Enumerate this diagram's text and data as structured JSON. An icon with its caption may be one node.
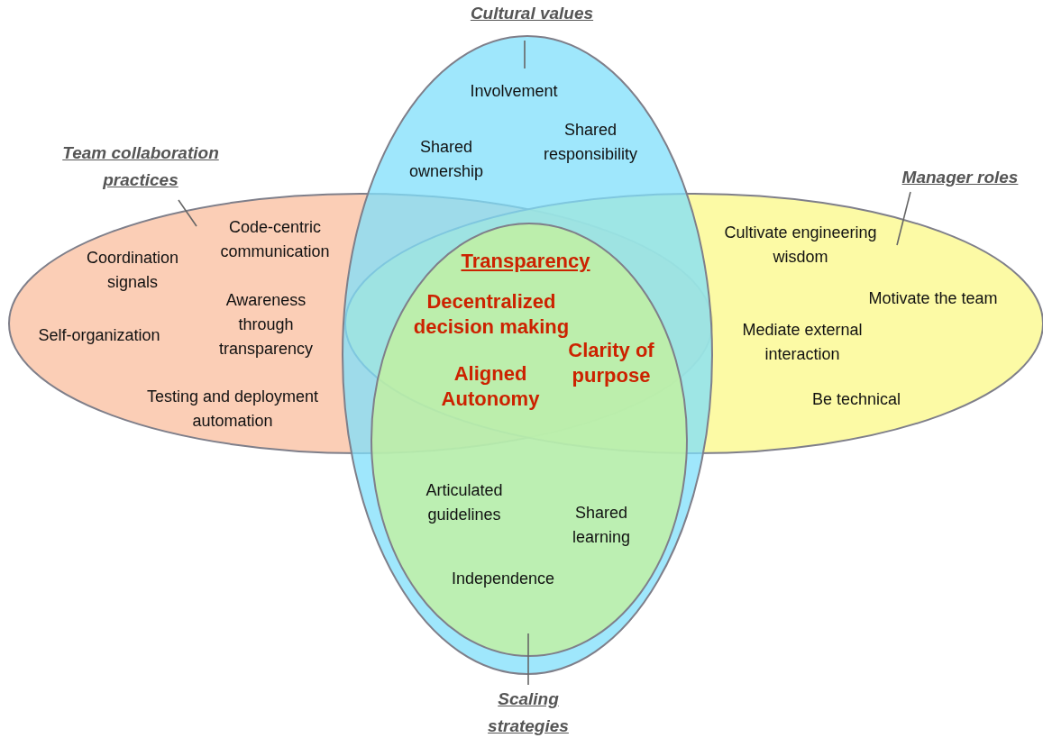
{
  "diagram": {
    "nodes": [
      {
        "text": [
          "Cultural values"
        ]
      },
      {
        "text": [],
        "shape": "ellipse"
      },
      {
        "text": [
          "Team collaboration practices"
        ]
      },
      {
        "text": [],
        "shape": "ellipse"
      },
      {
        "text": [
          "Manager roles"
        ]
      },
      {
        "text": [],
        "shape": "ellipse"
      },
      {
        "text": [],
        "shape": "ellipse",
        "in": 1
      },
      {
        "text": [
          "Scaling strategies"
        ]
      }
    ],
    "edges": [
      {
        "from": 0,
        "to": 1,
        "arrow": "none"
      },
      {
        "from": 2,
        "to": 3,
        "arrow": "none"
      },
      {
        "from": 4,
        "to": 5,
        "arrow": "none"
      },
      {
        "from": 7,
        "to": 6,
        "arrow": "none"
      }
    ],
    "labels": [
      "Involvement",
      "Shared responsibility",
      "Shared ownership",
      "Code-centric communication",
      "Cultivate engineering wisdom",
      "Coordination signals",
      "Transparency",
      "Motivate the team",
      "Decentralized decision making",
      "Awareness through transparency",
      "Self-organization",
      "Mediate external interaction",
      "Clarity of purpose",
      "Aligned Autonomy",
      "Be technical",
      "Testing and deployment automation",
      "Articulated guidelines",
      "Shared learning",
      "Independence"
    ]
  }
}
